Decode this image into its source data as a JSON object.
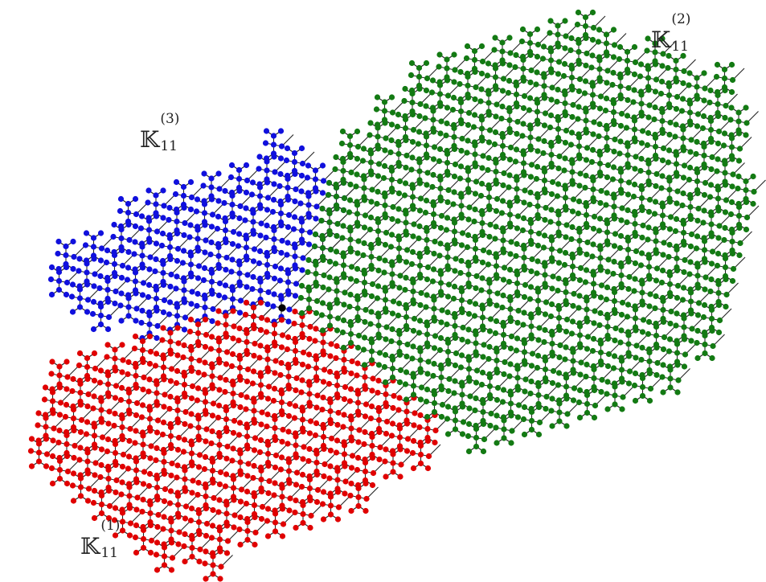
{
  "labels": {
    "k1": {
      "symbol": "𝕂",
      "sub": "11",
      "sup": "(1)"
    },
    "k2": {
      "symbol": "𝕂",
      "sub": "11",
      "sup": "(2)"
    },
    "k3": {
      "symbol": "𝕂",
      "sub": "11",
      "sup": "(3)"
    }
  },
  "colors": {
    "component_1": "#e00000",
    "component_2": "#137a13",
    "component_3": "#1010dd",
    "junction": "#000000",
    "edge": "#222222"
  }
}
